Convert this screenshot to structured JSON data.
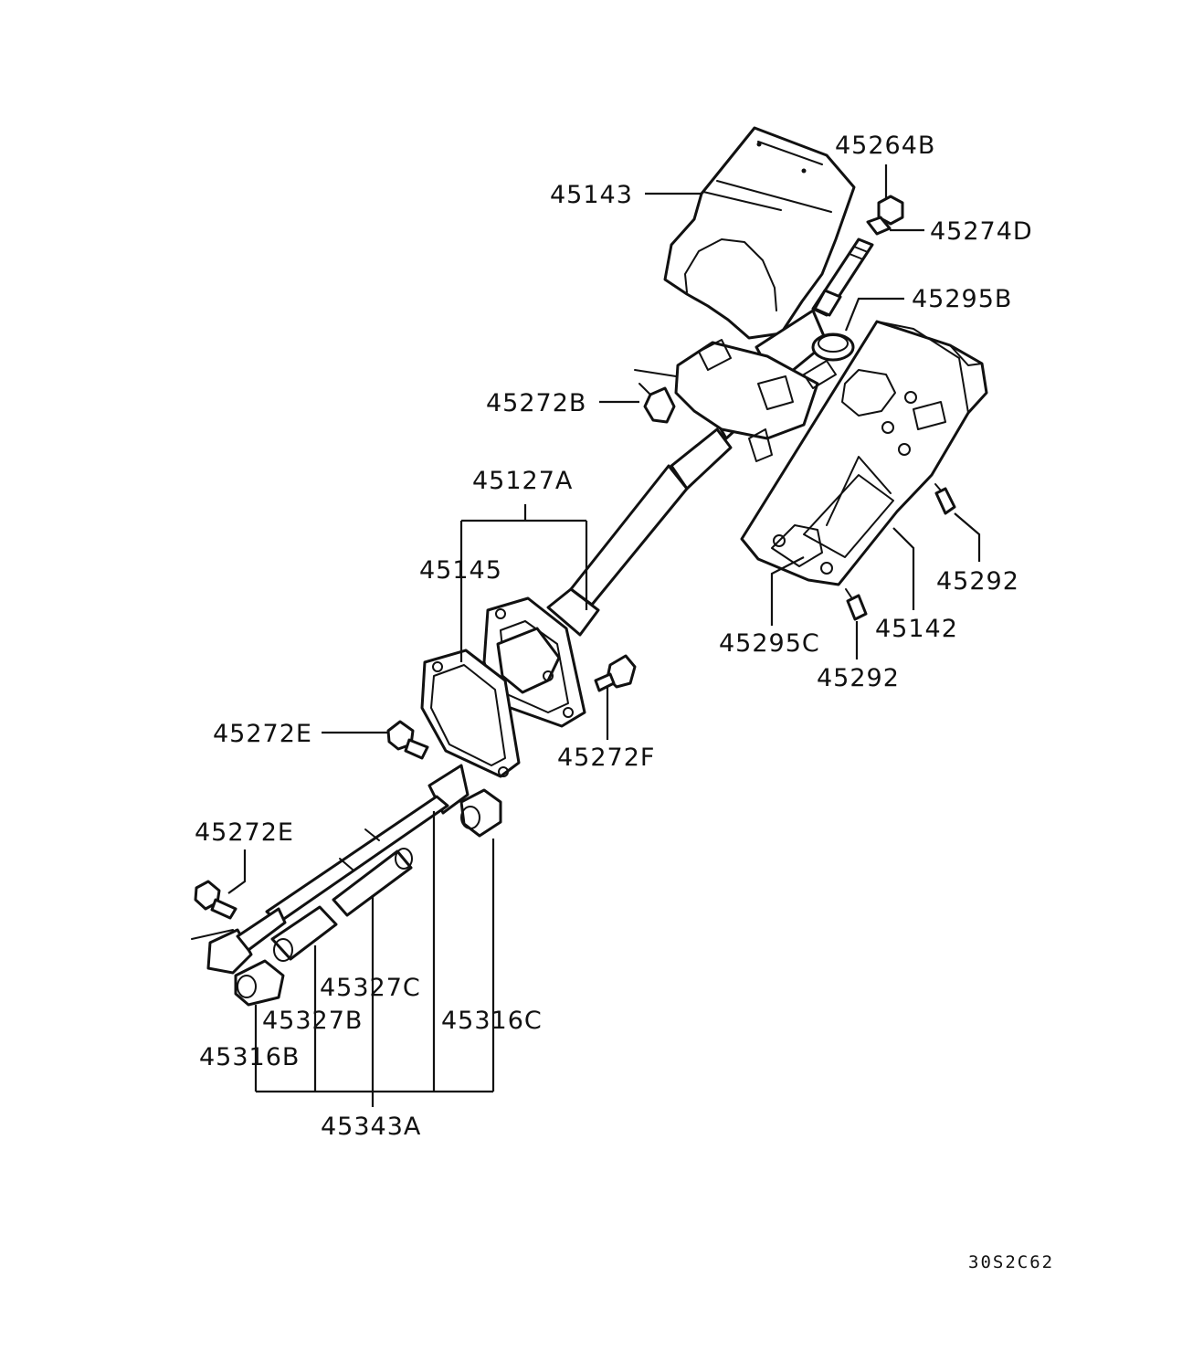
{
  "labels": {
    "p45143": "45143",
    "p45264B": "45264B",
    "p45274D": "45274D",
    "p45295B": "45295B",
    "p45272B": "45272B",
    "p45127A": "45127A",
    "p45145": "45145",
    "p45292_right": "45292",
    "p45142": "45142",
    "p45295C": "45295C",
    "p45292_bottom": "45292",
    "p45272F": "45272F",
    "p45272E_upper": "45272E",
    "p45272E_lower": "45272E",
    "p45327C": "45327C",
    "p45327B": "45327B",
    "p45316C": "45316C",
    "p45316B": "45316B",
    "p45343A": "45343A"
  },
  "drawing_code": "30S2C62"
}
